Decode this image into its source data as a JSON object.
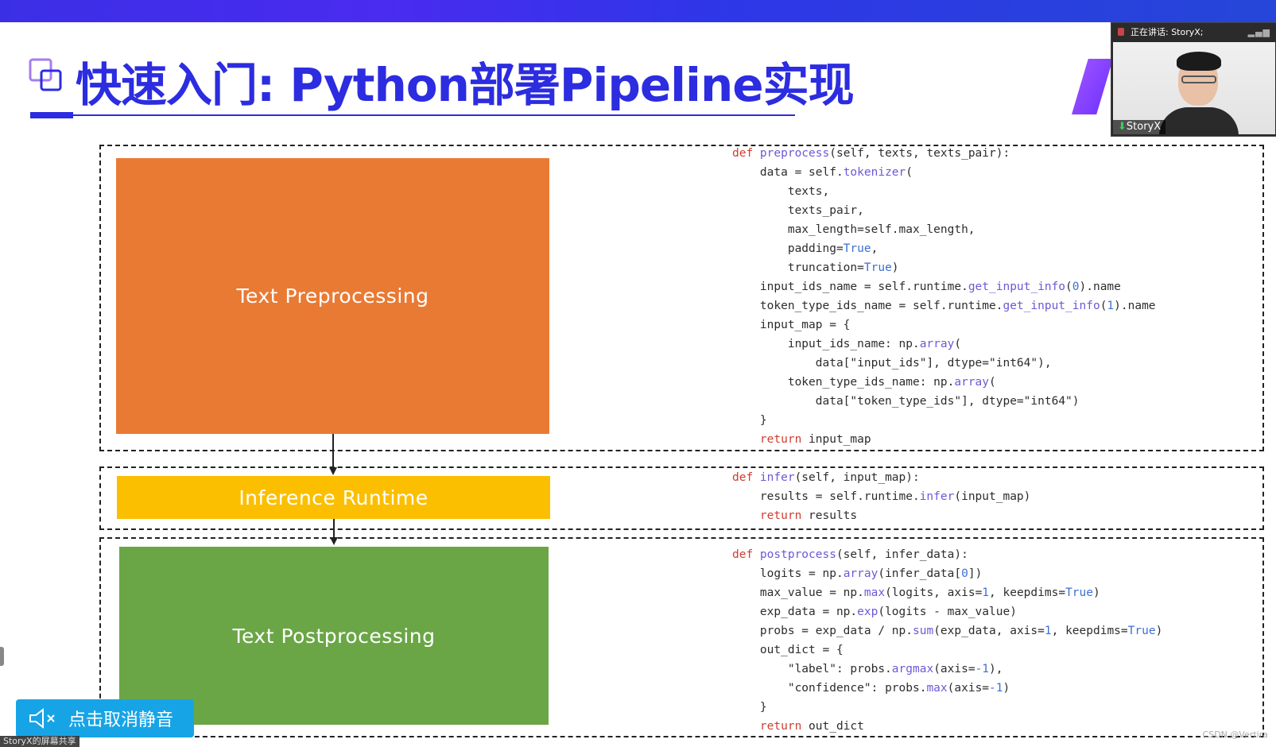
{
  "slide": {
    "title": "快速入门: Python部署Pipeline实现",
    "blocks": {
      "preprocess": "Text  Preprocessing",
      "inference": "Inference  Runtime",
      "postprocess": "Text  Postprocessing"
    }
  },
  "webcam": {
    "header": "正在讲话: StoryX;",
    "name": "StoryX"
  },
  "controls": {
    "unmute_label": "点击取消静音",
    "share_label": "StoryX的屏幕共享",
    "watermark": "CSDN @Vertira"
  },
  "colors": {
    "title": "#2c2ce0",
    "preprocess": "#e97a34",
    "inference": "#fbbf00",
    "postprocess": "#6aa646",
    "mute_button": "#17a4e6"
  },
  "code": {
    "preprocess": [
      [
        [
          "kw",
          "def "
        ],
        [
          "fn",
          "preprocess"
        ],
        [
          "t",
          "(self, texts, texts_pair):"
        ]
      ],
      [
        [
          "t",
          "    data = self."
        ],
        [
          "fn",
          "tokenizer"
        ],
        [
          "t",
          "("
        ]
      ],
      [
        [
          "t",
          "        texts,"
        ]
      ],
      [
        [
          "t",
          "        texts_pair,"
        ]
      ],
      [
        [
          "t",
          "        max_length=self.max_length,"
        ]
      ],
      [
        [
          "t",
          "        padding="
        ],
        [
          "lit",
          "True"
        ],
        [
          "t",
          ","
        ]
      ],
      [
        [
          "t",
          "        truncation="
        ],
        [
          "lit",
          "True"
        ],
        [
          "t",
          ")"
        ]
      ],
      [
        [
          "t",
          "    input_ids_name = self.runtime."
        ],
        [
          "fn",
          "get_input_info"
        ],
        [
          "t",
          "("
        ],
        [
          "lit",
          "0"
        ],
        [
          "t",
          ").name"
        ]
      ],
      [
        [
          "t",
          "    token_type_ids_name = self.runtime."
        ],
        [
          "fn",
          "get_input_info"
        ],
        [
          "t",
          "("
        ],
        [
          "lit",
          "1"
        ],
        [
          "t",
          ").name"
        ]
      ],
      [
        [
          "t",
          "    input_map = {"
        ]
      ],
      [
        [
          "t",
          "        input_ids_name: np."
        ],
        [
          "fn",
          "array"
        ],
        [
          "t",
          "("
        ]
      ],
      [
        [
          "t",
          "            data["
        ],
        [
          "str",
          "\"input_ids\""
        ],
        [
          "t",
          "], dtype="
        ],
        [
          "str",
          "\"int64\""
        ],
        [
          "t",
          "),"
        ]
      ],
      [
        [
          "t",
          "        token_type_ids_name: np."
        ],
        [
          "fn",
          "array"
        ],
        [
          "t",
          "("
        ]
      ],
      [
        [
          "t",
          "            data["
        ],
        [
          "str",
          "\"token_type_ids\""
        ],
        [
          "t",
          "], dtype="
        ],
        [
          "str",
          "\"int64\""
        ],
        [
          "t",
          ")"
        ]
      ],
      [
        [
          "t",
          "    }"
        ]
      ],
      [
        [
          "kw",
          "    return "
        ],
        [
          "t",
          "input_map"
        ]
      ]
    ],
    "infer": [
      [
        [
          "kw",
          "def "
        ],
        [
          "fn",
          "infer"
        ],
        [
          "t",
          "(self, input_map):"
        ]
      ],
      [
        [
          "t",
          "    results = self.runtime."
        ],
        [
          "fn",
          "infer"
        ],
        [
          "t",
          "(input_map)"
        ]
      ],
      [
        [
          "kw",
          "    return "
        ],
        [
          "t",
          "results"
        ]
      ]
    ],
    "postprocess": [
      [
        [
          "kw",
          "def "
        ],
        [
          "fn",
          "postprocess"
        ],
        [
          "t",
          "(self, infer_data):"
        ]
      ],
      [
        [
          "t",
          "    logits = np."
        ],
        [
          "fn",
          "array"
        ],
        [
          "t",
          "(infer_data["
        ],
        [
          "lit",
          "0"
        ],
        [
          "t",
          "])"
        ]
      ],
      [
        [
          "t",
          "    max_value = np."
        ],
        [
          "fn",
          "max"
        ],
        [
          "t",
          "(logits, axis="
        ],
        [
          "lit",
          "1"
        ],
        [
          "t",
          ", keepdims="
        ],
        [
          "lit",
          "True"
        ],
        [
          "t",
          ")"
        ]
      ],
      [
        [
          "t",
          "    exp_data = np."
        ],
        [
          "fn",
          "exp"
        ],
        [
          "t",
          "(logits - max_value)"
        ]
      ],
      [
        [
          "t",
          "    probs = exp_data / np."
        ],
        [
          "fn",
          "sum"
        ],
        [
          "t",
          "(exp_data, axis="
        ],
        [
          "lit",
          "1"
        ],
        [
          "t",
          ", keepdims="
        ],
        [
          "lit",
          "True"
        ],
        [
          "t",
          ")"
        ]
      ],
      [
        [
          "t",
          "    out_dict = {"
        ]
      ],
      [
        [
          "t",
          "        "
        ],
        [
          "str",
          "\"label\""
        ],
        [
          "t",
          ": probs."
        ],
        [
          "fn",
          "argmax"
        ],
        [
          "t",
          "(axis="
        ],
        [
          "lit",
          "-1"
        ],
        [
          "t",
          "),"
        ]
      ],
      [
        [
          "t",
          "        "
        ],
        [
          "str",
          "\"confidence\""
        ],
        [
          "t",
          ": probs."
        ],
        [
          "fn",
          "max"
        ],
        [
          "t",
          "(axis="
        ],
        [
          "lit",
          "-1"
        ],
        [
          "t",
          ")"
        ]
      ],
      [
        [
          "t",
          "    }"
        ]
      ],
      [
        [
          "kw",
          "    return "
        ],
        [
          "t",
          "out_dict"
        ]
      ]
    ]
  }
}
